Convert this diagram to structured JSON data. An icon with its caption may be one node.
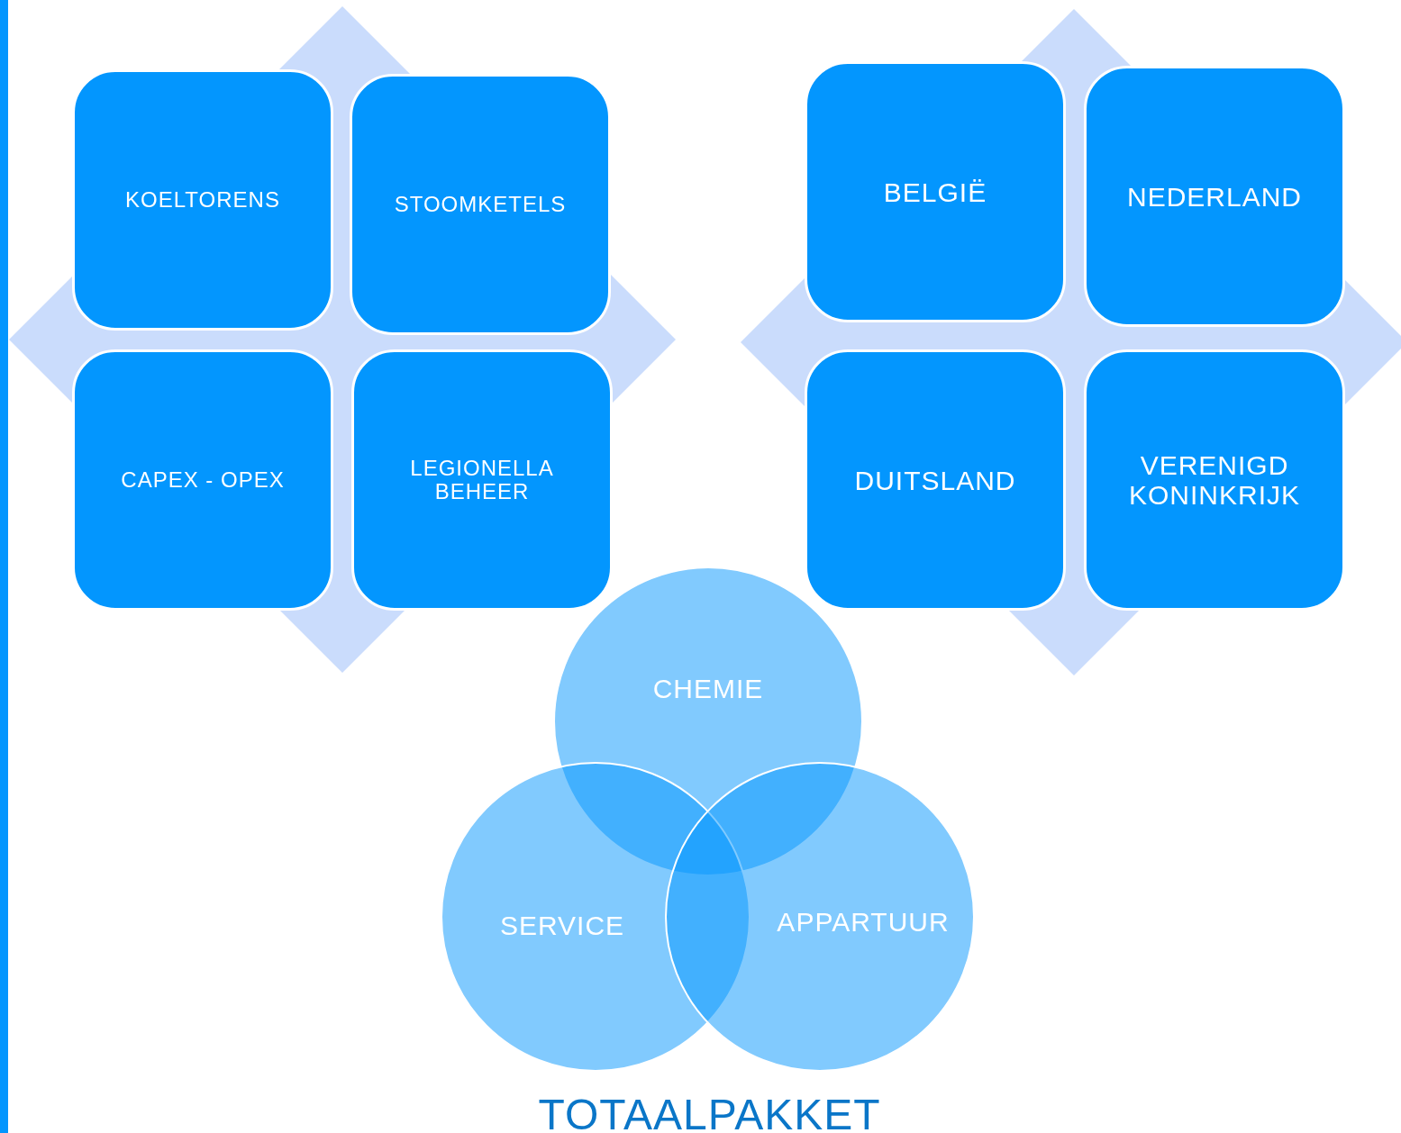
{
  "diagram": {
    "caption": "TOTAALPAKKET",
    "nodes": [
      {
        "text": [
          "KOELTORENS"
        ]
      },
      {
        "text": [
          "STOOMKETELS"
        ]
      },
      {
        "text": [
          "CAPEX - OPEX"
        ]
      },
      {
        "text": [
          "LEGIONELLA BEHEER"
        ]
      },
      {
        "text": [
          "BELGIË"
        ]
      },
      {
        "text": [
          "NEDERLAND"
        ]
      },
      {
        "text": [
          "DUITSLAND"
        ]
      },
      {
        "text": [
          "VERENIGD KONINKRIJK"
        ]
      },
      {
        "text": [
          "CHEMIE"
        ]
      },
      {
        "text": [
          "SERVICE"
        ]
      },
      {
        "text": [
          "APPARTUUR"
        ]
      }
    ],
    "edges": []
  }
}
